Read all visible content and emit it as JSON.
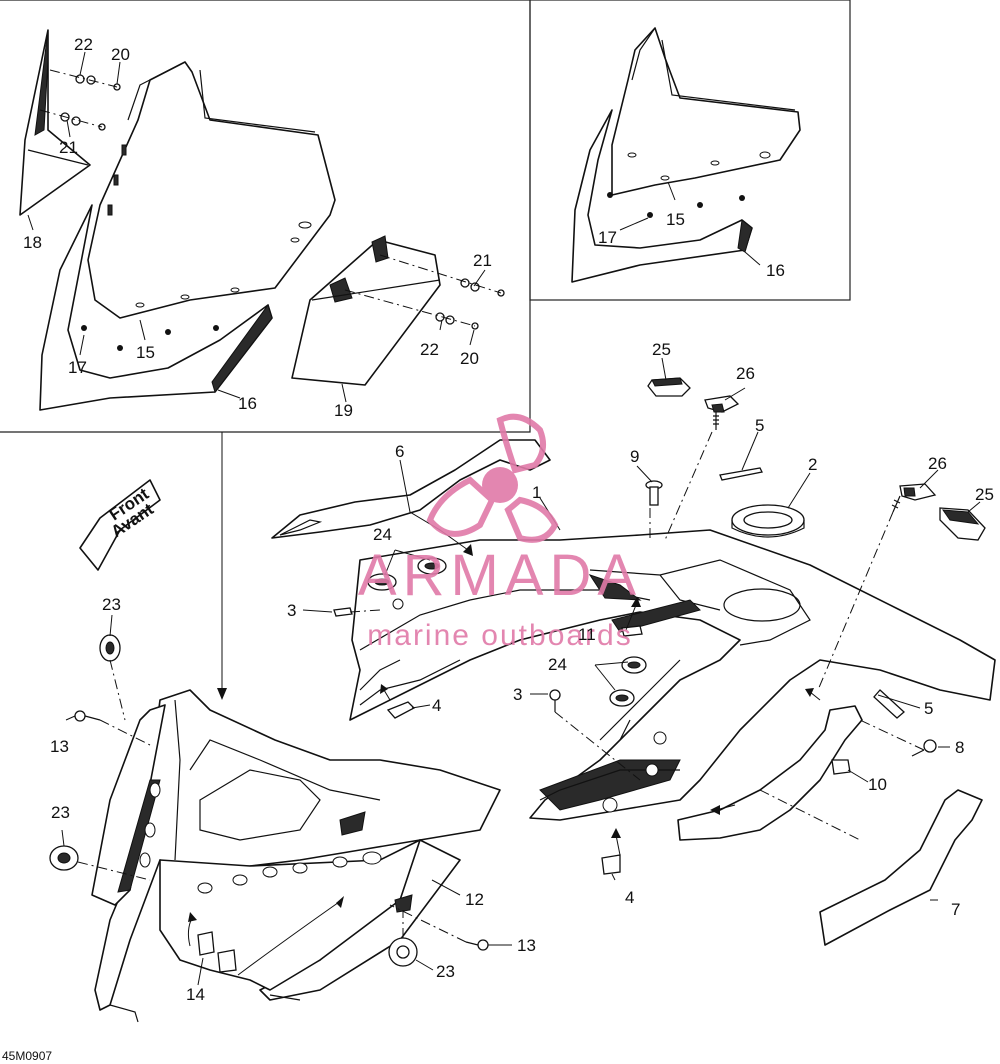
{
  "diagram": {
    "code": "45M0907",
    "front_arrow": {
      "line1": "Front",
      "line2": "Avant"
    },
    "watermark": {
      "brand": "ARMADA",
      "tagline": "marine outboards",
      "color": "#e07aa8"
    },
    "callouts": [
      {
        "id": "c22a",
        "text": "22"
      },
      {
        "id": "c20a",
        "text": "20"
      },
      {
        "id": "c21a",
        "text": "21"
      },
      {
        "id": "c18",
        "text": "18"
      },
      {
        "id": "c17a",
        "text": "17"
      },
      {
        "id": "c15a",
        "text": "15"
      },
      {
        "id": "c16a",
        "text": "16"
      },
      {
        "id": "c19",
        "text": "19"
      },
      {
        "id": "c21b",
        "text": "21"
      },
      {
        "id": "c22b",
        "text": "22"
      },
      {
        "id": "c20b",
        "text": "20"
      },
      {
        "id": "c15b",
        "text": "15"
      },
      {
        "id": "c17b",
        "text": "17"
      },
      {
        "id": "c16b",
        "text": "16"
      },
      {
        "id": "c25a",
        "text": "25"
      },
      {
        "id": "c26a",
        "text": "26"
      },
      {
        "id": "c5a",
        "text": "5"
      },
      {
        "id": "c9",
        "text": "9"
      },
      {
        "id": "c2",
        "text": "2"
      },
      {
        "id": "c26b",
        "text": "26"
      },
      {
        "id": "c25b",
        "text": "25"
      },
      {
        "id": "c6",
        "text": "6"
      },
      {
        "id": "c1",
        "text": "1"
      },
      {
        "id": "c24a",
        "text": "24"
      },
      {
        "id": "c3a",
        "text": "3"
      },
      {
        "id": "c11",
        "text": "11"
      },
      {
        "id": "c4a",
        "text": "4"
      },
      {
        "id": "c24b",
        "text": "24"
      },
      {
        "id": "c3b",
        "text": "3"
      },
      {
        "id": "c5b",
        "text": "5"
      },
      {
        "id": "c8",
        "text": "8"
      },
      {
        "id": "c10",
        "text": "10"
      },
      {
        "id": "c23a",
        "text": "23"
      },
      {
        "id": "c13a",
        "text": "13"
      },
      {
        "id": "c23b",
        "text": "23"
      },
      {
        "id": "c12",
        "text": "12"
      },
      {
        "id": "c4b",
        "text": "4"
      },
      {
        "id": "c7",
        "text": "7"
      },
      {
        "id": "c14",
        "text": "14"
      },
      {
        "id": "c13b",
        "text": "13"
      },
      {
        "id": "c23c",
        "text": "23"
      }
    ]
  }
}
